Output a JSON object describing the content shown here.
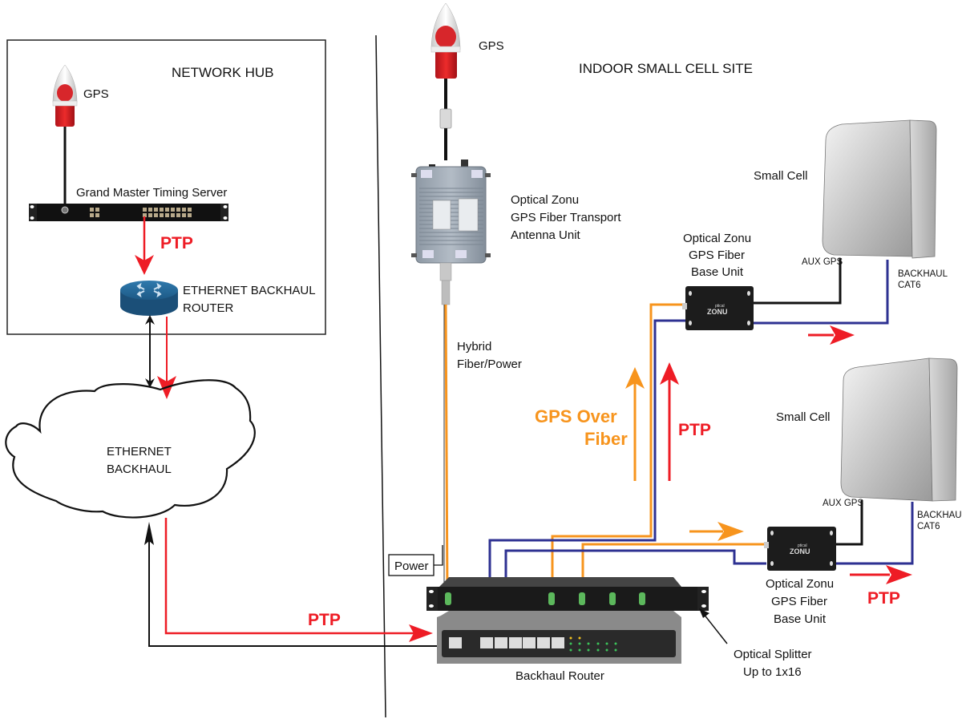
{
  "colors": {
    "ptp_red": "#ee1c25",
    "fiber_orange": "#f7941d",
    "cat6_blue": "#2e3192",
    "cable_black": "#111111",
    "router_blue": "#1d5a86",
    "connector_green": "#5cb85c"
  },
  "sections": {
    "network_hub": "NETWORK HUB",
    "indoor_site": "INDOOR SMALL CELL SITE"
  },
  "hub": {
    "gps_label": "GPS",
    "timing_server_label": "Grand Master Timing Server",
    "ptp_label": "PTP",
    "router_label_line1": "ETHERNET BACKHAUL",
    "router_label_line2": "ROUTER"
  },
  "cloud": {
    "label_line1": "ETHERNET",
    "label_line2": "BACKHAUL"
  },
  "links": {
    "ptp_to_router_label": "PTP"
  },
  "site": {
    "gps_label": "GPS",
    "antenna_unit_line1": "Optical Zonu",
    "antenna_unit_line2": "GPS Fiber Transport",
    "antenna_unit_line3": "Antenna Unit",
    "hybrid_line1": "Hybrid",
    "hybrid_line2": "Fiber/Power",
    "power_label": "Power",
    "gps_over_fiber_line1": "GPS Over",
    "gps_over_fiber_line2": "Fiber",
    "ptp_up_label": "PTP",
    "backhaul_router_label": "Backhaul Router",
    "splitter_line1": "Optical Splitter",
    "splitter_line2": "Up to 1x16"
  },
  "cells": [
    {
      "small_cell_label": "Small Cell",
      "aux_gps_label": "AUX GPS",
      "backhaul_line1": "BACKHAUL",
      "backhaul_line2": "CAT6",
      "base_unit_line1": "Optical Zonu",
      "base_unit_line2": "GPS Fiber",
      "base_unit_line3": "Base Unit",
      "brand_small": "ptical",
      "brand_large": "ZONU"
    },
    {
      "small_cell_label": "Small Cell",
      "aux_gps_label": "AUX GPS",
      "backhaul_line1": "BACKHAUL",
      "backhaul_line2": "CAT6",
      "base_unit_line1": "Optical Zonu",
      "base_unit_line2": "GPS Fiber",
      "base_unit_line3": "Base Unit",
      "brand_small": "ptical",
      "brand_large": "ZONU",
      "ptp_label": "PTP"
    }
  ]
}
